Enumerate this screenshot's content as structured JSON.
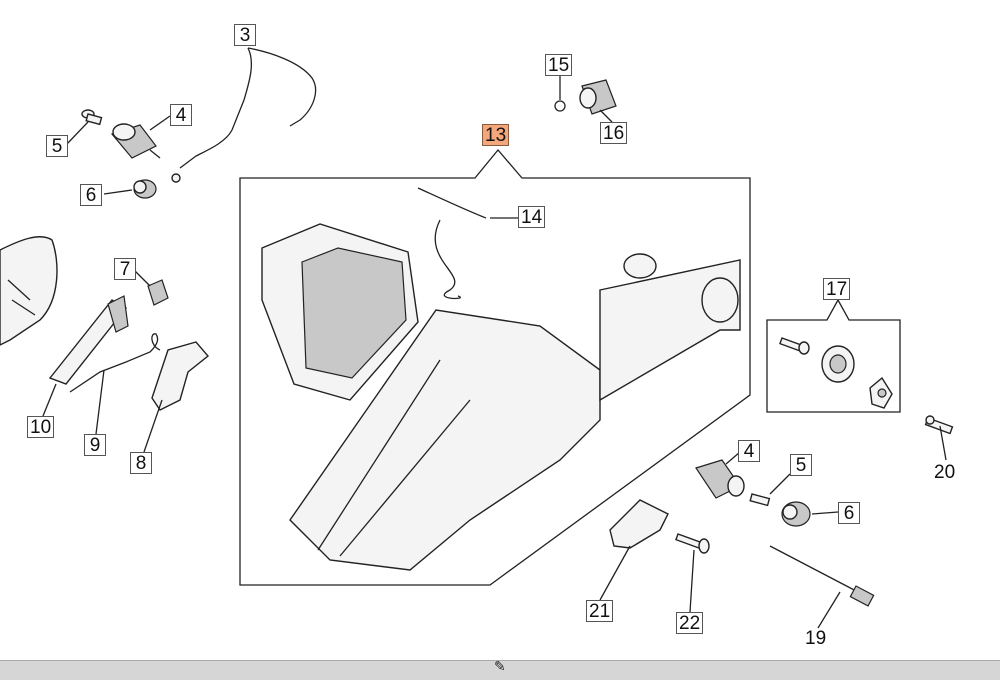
{
  "diagram": {
    "labels": [
      {
        "id": "3",
        "text": "3"
      },
      {
        "id": "4a",
        "text": "4"
      },
      {
        "id": "5a",
        "text": "5"
      },
      {
        "id": "6a",
        "text": "6"
      },
      {
        "id": "7",
        "text": "7"
      },
      {
        "id": "8",
        "text": "8"
      },
      {
        "id": "9",
        "text": "9"
      },
      {
        "id": "10",
        "text": "10"
      },
      {
        "id": "13",
        "text": "13"
      },
      {
        "id": "14",
        "text": "14"
      },
      {
        "id": "15",
        "text": "15"
      },
      {
        "id": "16",
        "text": "16"
      },
      {
        "id": "17",
        "text": "17"
      },
      {
        "id": "4b",
        "text": "4"
      },
      {
        "id": "5b",
        "text": "5"
      },
      {
        "id": "6b",
        "text": "6"
      },
      {
        "id": "19",
        "text": "19"
      },
      {
        "id": "20",
        "text": "20"
      },
      {
        "id": "21",
        "text": "21"
      },
      {
        "id": "22",
        "text": "22"
      }
    ],
    "highlight_color": "#f3a77a",
    "highlighted_label": "13"
  }
}
